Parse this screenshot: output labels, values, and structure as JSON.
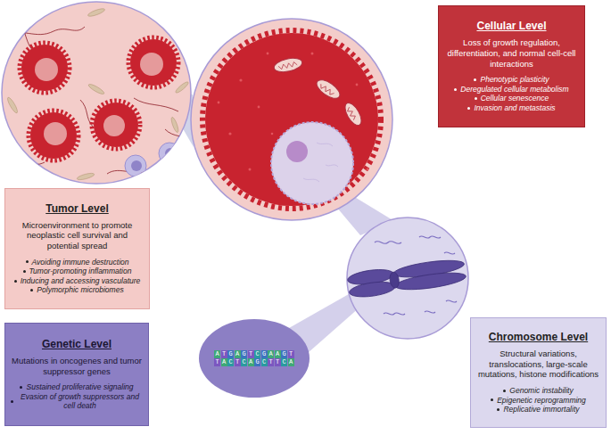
{
  "diagram": {
    "nodes": [
      {
        "text": [
          "Cellular Level",
          "Loss of growth regulation, differentiation, and normal cell-cell interactions",
          "Phenotypic plasticity",
          "Deregulated cellular metabolism",
          "Cellular senescence",
          "Invasion and metastasis"
        ]
      },
      {
        "text": [
          "Tumor Level",
          "Microenvironment to promote neoplastic cell survival and potential spread",
          "Avoiding immune destruction",
          "Tumor-promoting inflammation",
          "Inducing and accessing vasculature",
          "Polymorphic microbiomes"
        ]
      },
      {
        "text": [
          "Genetic Level",
          "Mutations in oncogenes and tumor suppressor genes",
          "Sustained proliferative signaling",
          "Evasion of growth suppressors and cell death"
        ]
      },
      {
        "text": [
          "ATGAGTCGAAGT",
          "TACTCAGCTTCA"
        ]
      },
      {
        "text": [
          "Chromosome Level",
          "Structural variations, translocations, large-scale mutations, histone modifications",
          "Genomic instability",
          "Epigenetic reprogramming",
          "Replicative immortality"
        ]
      }
    ]
  }
}
